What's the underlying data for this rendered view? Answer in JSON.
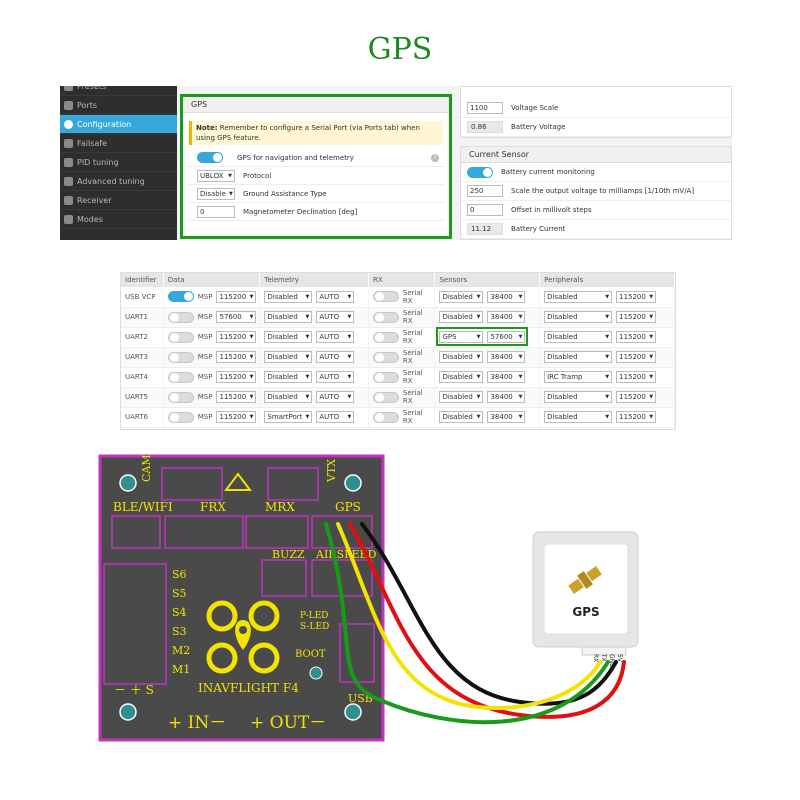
{
  "title": "GPS",
  "sidebar": {
    "items": [
      {
        "label": "Presets",
        "active": false
      },
      {
        "label": "Ports",
        "active": false
      },
      {
        "label": "Configuration",
        "active": true
      },
      {
        "label": "Failsafe",
        "active": false
      },
      {
        "label": "PID tuning",
        "active": false
      },
      {
        "label": "Advanced tuning",
        "active": false
      },
      {
        "label": "Receiver",
        "active": false
      },
      {
        "label": "Modes",
        "active": false
      }
    ]
  },
  "gps_panel": {
    "header": "GPS",
    "note_bold": "Note:",
    "note_text": " Remember to configure a Serial Port (via Ports tab) when using GPS feature.",
    "gps_toggle_label": "GPS for navigation and telemetry",
    "protocol_value": "UBLOX",
    "protocol_label": "Protocol",
    "assist_value": "Disable",
    "assist_label": "Ground Assistance Type",
    "declination_value": "0",
    "declination_label": "Magnetometer Declination [deg]"
  },
  "battery": {
    "scale_value": "1100",
    "scale_label": "Voltage Scale",
    "voltage_value": "0.86",
    "voltage_label": "Battery Voltage"
  },
  "current_sensor": {
    "header": "Current Sensor",
    "monitoring_label": "Battery current monitoring",
    "scale_value": "250",
    "scale_label": "Scale the output voltage to milliamps [1/10th mV/A]",
    "offset_value": "0",
    "offset_label": "Offset in millivolt steps",
    "current_value": "11.12",
    "current_label": "Battery Current"
  },
  "ports": {
    "headers": [
      "Identifier",
      "Data",
      "Telemetry",
      "RX",
      "Sensors",
      "Peripherals"
    ],
    "msp_label": "MSP",
    "rx_label": "Serial RX",
    "rows": [
      {
        "id": "USB VCP",
        "msp_on": true,
        "msp_baud": "115200",
        "tele": "Disabled",
        "tele_baud": "AUTO",
        "sensor": "Disabled",
        "sensor_baud": "38400",
        "periph": "Disabled",
        "periph_baud": "115200"
      },
      {
        "id": "UART1",
        "msp_on": false,
        "msp_baud": "57600",
        "tele": "Disabled",
        "tele_baud": "AUTO",
        "sensor": "Disabled",
        "sensor_baud": "38400",
        "periph": "Disabled",
        "periph_baud": "115200"
      },
      {
        "id": "UART2",
        "msp_on": false,
        "msp_baud": "115200",
        "tele": "Disabled",
        "tele_baud": "AUTO",
        "sensor": "GPS",
        "sensor_baud": "57600",
        "periph": "Disabled",
        "periph_baud": "115200"
      },
      {
        "id": "UART3",
        "msp_on": false,
        "msp_baud": "115200",
        "tele": "Disabled",
        "tele_baud": "AUTO",
        "sensor": "Disabled",
        "sensor_baud": "38400",
        "periph": "Disabled",
        "periph_baud": "115200"
      },
      {
        "id": "UART4",
        "msp_on": false,
        "msp_baud": "115200",
        "tele": "Disabled",
        "tele_baud": "AUTO",
        "sensor": "Disabled",
        "sensor_baud": "38400",
        "periph": "IRC Tramp",
        "periph_baud": "115200"
      },
      {
        "id": "UART5",
        "msp_on": false,
        "msp_baud": "115200",
        "tele": "Disabled",
        "tele_baud": "AUTO",
        "sensor": "Disabled",
        "sensor_baud": "38400",
        "periph": "Disabled",
        "periph_baud": "115200"
      },
      {
        "id": "UART6",
        "msp_on": false,
        "msp_baud": "115200",
        "tele": "SmartPort",
        "tele_baud": "AUTO",
        "sensor": "Disabled",
        "sensor_baud": "38400",
        "periph": "Disabled",
        "periph_baud": "115200"
      }
    ]
  },
  "board": {
    "labels": {
      "cam": "CAM",
      "vtx": "VTX",
      "ble": "BLE/WIFI",
      "frx": "FRX",
      "mrx": "MRX",
      "gps": "GPS",
      "buzz": "BUZZ",
      "airspeed": "AIRSPEED",
      "s6": "S6",
      "s5": "S5",
      "s4": "S4",
      "s3": "S3",
      "m2": "M2",
      "m1": "M1",
      "pled": "P-LED",
      "sled": "S-LED",
      "boot": "BOOT",
      "brand": "INAVFLIGHT F4",
      "minus_plus_s": "－ ＋ S",
      "usb": "USB",
      "in": "+ IN－",
      "out": "+ OUT－"
    },
    "module_label": "GPS",
    "pins": [
      "RX",
      "TX",
      "GND",
      "5V"
    ]
  },
  "colors": {
    "title": "#1e8a1e",
    "highlight": "#1a9a1a",
    "toggle_on": "#37a8db",
    "board_bg": "#4a4a4a",
    "board_border": "#c033c0",
    "silk": "#f2e400",
    "wire_black": "#111111",
    "wire_red": "#e01010",
    "wire_yellow": "#f2e400",
    "wire_green": "#1a9a1a"
  }
}
